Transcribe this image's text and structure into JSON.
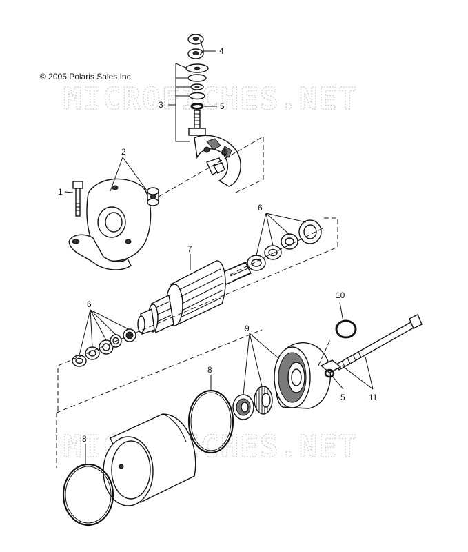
{
  "copyright": "© 2005 Polaris Sales Inc.",
  "watermark": "MICROFICHES.NET",
  "callouts": {
    "c1": "1",
    "c2": "2",
    "c3": "3",
    "c4": "4",
    "c5a": "5",
    "c6a": "6",
    "c6b": "6",
    "c7": "7",
    "c8a": "8",
    "c8b": "8",
    "c9": "9",
    "c10": "10",
    "c5b": "5",
    "c11": "11"
  }
}
